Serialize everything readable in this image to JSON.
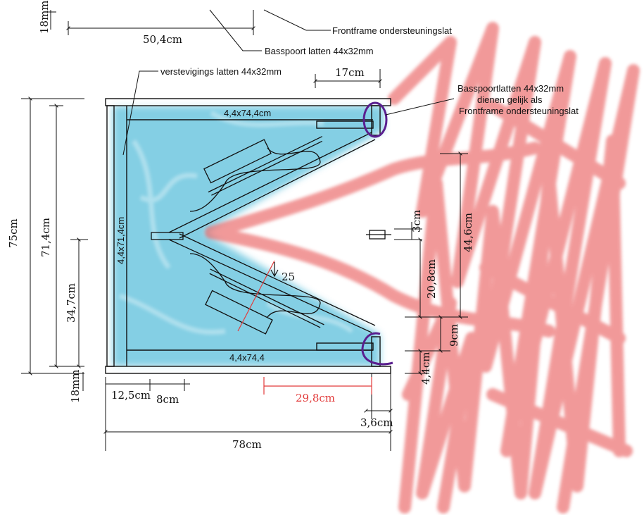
{
  "dimensions": {
    "top_18mm": "18mm",
    "width_50_4": "50,4cm",
    "width_17": "17cm",
    "height_75": "75cm",
    "height_71_4": "71,4cm",
    "height_34_7": "34,7cm",
    "bottom_18mm": "18mm",
    "dist_12_5": "12,5cm",
    "dist_8": "8cm",
    "dist_29_8": "29,8cm",
    "dist_3_6": "3,6cm",
    "width_78": "78cm",
    "height_44_6": "44,6cm",
    "height_3": "3cm",
    "height_20_8": "20,8cm",
    "height_9": "9cm",
    "height_4_4": "4,4cm",
    "angle_25": "25"
  },
  "labels": {
    "frontframe": "Frontframe ondersteuningslat",
    "basspoort": "Basspoort latten 44x32mm",
    "verstevigings": "verstevigings latten 44x32mm",
    "note_line1": "Basspoortlatten 44x32mm",
    "note_line2": "dienen gelijk als",
    "note_line3": "Frontframe ondersteuningslat",
    "top_slat": "4,4x74,4cm",
    "bottom_slat": "4,4x74,4",
    "side_slat": "4,4x71,4cm"
  },
  "colors": {
    "blue_fill": "#4cb8d6",
    "red_scribble": "#e64646",
    "circle": "#5a1f8f",
    "red_dimension": "#e23b3b"
  }
}
